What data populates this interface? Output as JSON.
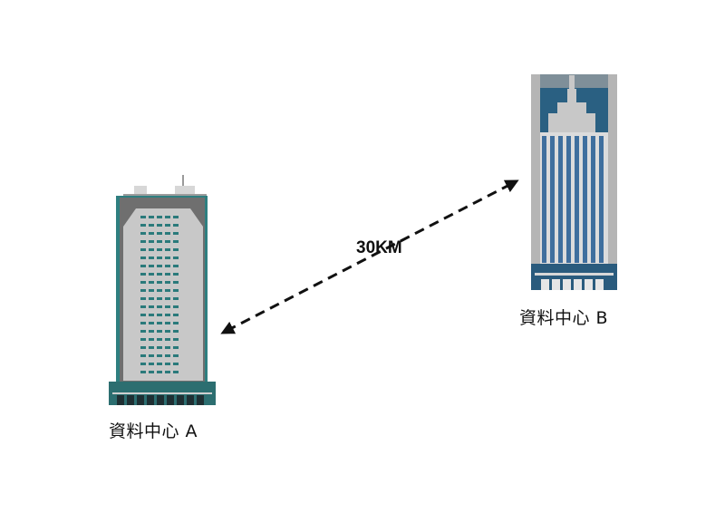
{
  "nodes": {
    "datacenter_a": {
      "label": "資料中心 A"
    },
    "datacenter_b": {
      "label": "資料中心 B"
    }
  },
  "link": {
    "distance": "30KM"
  }
}
